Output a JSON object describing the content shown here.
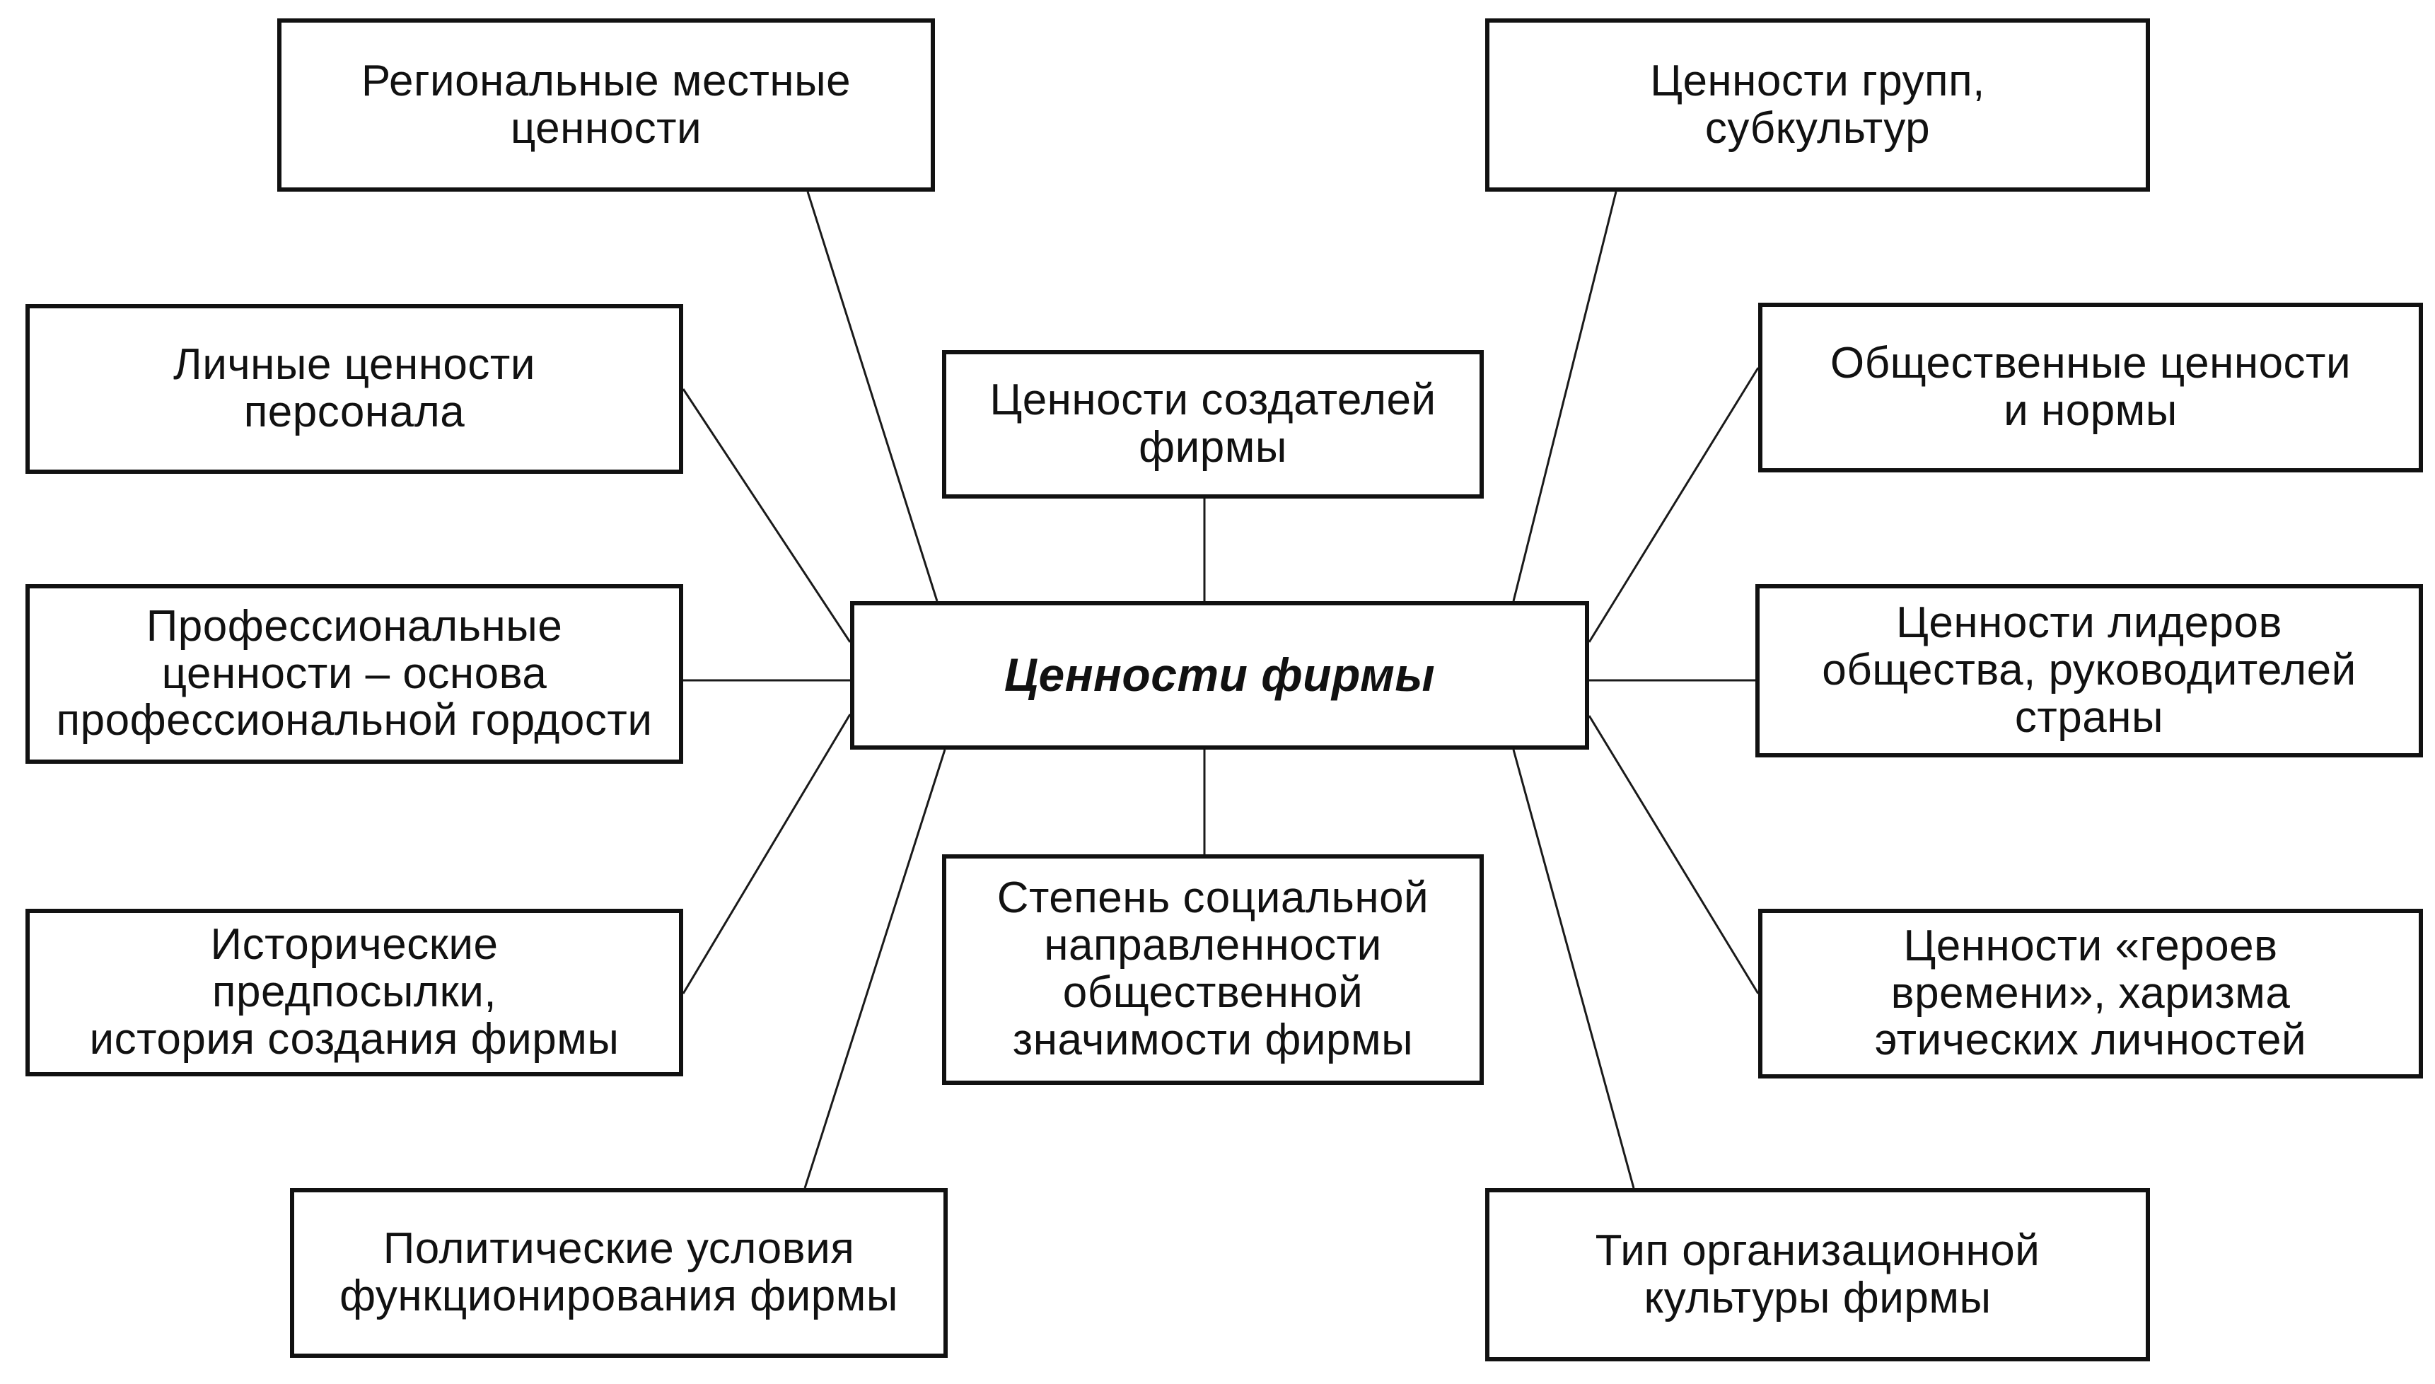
{
  "diagram": {
    "center": {
      "label": "Ценности фирмы"
    },
    "nodes": {
      "regional": {
        "label": "Региональные местные\nценности"
      },
      "personal": {
        "label": "Личные ценности\nперсонала"
      },
      "professional": {
        "label": "Профессиональные\nценности – основа\nпрофессиональной гордости"
      },
      "historical": {
        "label": "Исторические\nпредпосылки,\nистория создания фирмы"
      },
      "political": {
        "label": "Политические условия\nфункционирования фирмы"
      },
      "founders": {
        "label": "Ценности создателей\nфирмы"
      },
      "social": {
        "label": "Степень социальной\nнаправленности\nобщественной\nзначимости фирмы"
      },
      "groups": {
        "label": "Ценности групп,\nсубкультур"
      },
      "public": {
        "label": "Общественные ценности\nи нормы"
      },
      "leaders": {
        "label": "Ценности лидеров\nобщества, руководителей\nстраны"
      },
      "heroes": {
        "label": "Ценности «героев\nвремени», харизма\nэтических личностей"
      },
      "culture": {
        "label": "Тип организационной\nкультуры фирмы"
      }
    },
    "edges": [
      {
        "from": "center",
        "to": "regional"
      },
      {
        "from": "center",
        "to": "personal"
      },
      {
        "from": "center",
        "to": "professional"
      },
      {
        "from": "center",
        "to": "historical"
      },
      {
        "from": "center",
        "to": "political"
      },
      {
        "from": "center",
        "to": "founders"
      },
      {
        "from": "center",
        "to": "social"
      },
      {
        "from": "center",
        "to": "groups"
      },
      {
        "from": "center",
        "to": "public"
      },
      {
        "from": "center",
        "to": "leaders"
      },
      {
        "from": "center",
        "to": "heroes"
      },
      {
        "from": "center",
        "to": "culture"
      }
    ]
  }
}
